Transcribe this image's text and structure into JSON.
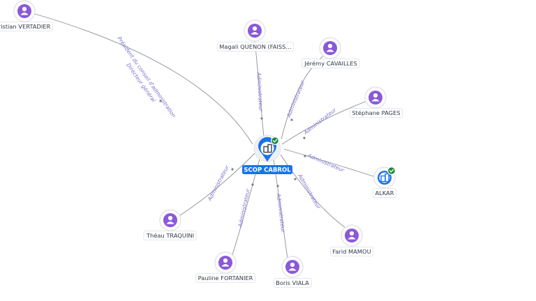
{
  "center": {
    "label": "SCOP CABROL",
    "icon": "building-icon",
    "verified": true,
    "color": "#1a73e8"
  },
  "nodes": [
    {
      "id": "vertadier",
      "label": "ristian VERTADIER",
      "icon": "person-icon",
      "edge_label": "Président du conseil d'administration",
      "edge_label2": "Directeur général"
    },
    {
      "id": "quenon",
      "label": "Magali QUENON (FAISS…",
      "icon": "person-icon",
      "edge_label": "Administrateur"
    },
    {
      "id": "cavailles",
      "label": "Jérémy CAVAILLES",
      "icon": "person-icon",
      "edge_label": "Administrateur"
    },
    {
      "id": "pages",
      "label": "Stéphane PAGES",
      "icon": "person-icon",
      "edge_label": "Administrateur"
    },
    {
      "id": "alkar",
      "label": "ALKAR",
      "icon": "building-icon",
      "verified": true,
      "edge_label": "Administrateur"
    },
    {
      "id": "mamou",
      "label": "Farid MAMOU",
      "icon": "person-icon",
      "edge_label": "Administrateur"
    },
    {
      "id": "viala",
      "label": "Boris VIALA",
      "icon": "person-icon",
      "edge_label": "Administrateur"
    },
    {
      "id": "fortanier",
      "label": "Pauline FORTANIER",
      "icon": "person-icon",
      "edge_label": "Administrateur"
    },
    {
      "id": "traquini",
      "label": "Théau TRAQUINI",
      "icon": "person-icon",
      "edge_label": "Administrateur"
    }
  ],
  "colors": {
    "person": "#8a59d8",
    "company": "#1a73e8",
    "verified": "#1f8a3b",
    "edge_label": "#7a6fd0"
  }
}
